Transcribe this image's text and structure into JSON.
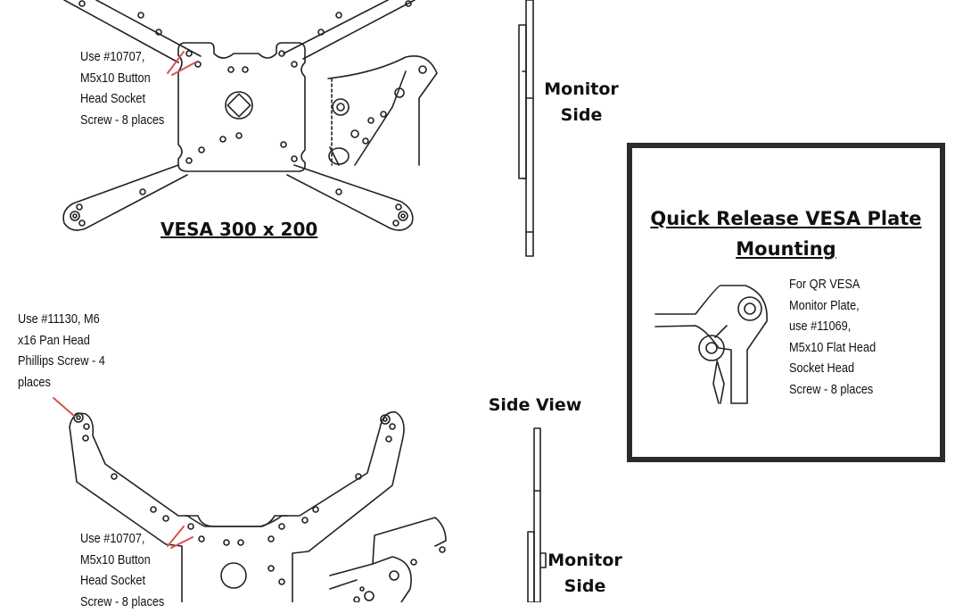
{
  "accent_color": "#d9534f",
  "top_assembly": {
    "screw_note_lines": [
      "Use #10707,",
      "M5x10 Button",
      "Head Socket",
      "Screw - 8 places"
    ],
    "title": "VESA 300 x 200",
    "monitor_side_lines": [
      "Monitor",
      "Side"
    ]
  },
  "bottom_assembly": {
    "m6_note_lines": [
      "Use #11130, M6",
      "x16 Pan Head",
      "Phillips Screw - 4",
      "places"
    ],
    "screw_note_lines": [
      "Use #10707,",
      "M5x10 Button",
      "Head Socket",
      "Screw - 8 places"
    ],
    "side_view_label": "Side View",
    "monitor_side_lines": [
      "Monitor",
      "Side"
    ]
  },
  "quick_release": {
    "title_lines": [
      "Quick Release VESA Plate",
      "Mounting"
    ],
    "note_lines": [
      "For QR VESA",
      "Monitor Plate,",
      "use #11069,",
      "M5x10 Flat Head",
      "Socket Head",
      "Screw - 8 places"
    ]
  }
}
